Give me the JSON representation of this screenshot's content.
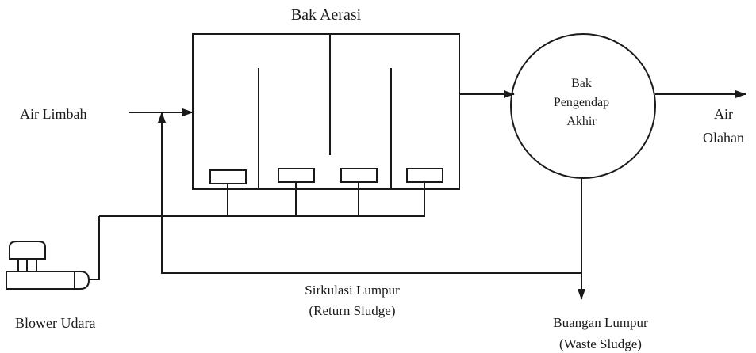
{
  "labels": {
    "aeration_tank": "Bak Aerasi",
    "clarifier_line1": "Bak",
    "clarifier_line2": "Pengendap",
    "clarifier_line3": "Akhir",
    "air_limbah": "Air Limbah",
    "air_olahan_line1": "Air",
    "air_olahan_line2": "Olahan",
    "blower": "Blower Udara",
    "sirkulasi_line1": "Sirkulasi Lumpur",
    "sirkulasi_line2": "(Return Sludge)",
    "buangan_line1": "Buangan Lumpur",
    "buangan_line2": "(Waste Sludge)"
  },
  "colors": {
    "stroke": "#1a1a1a",
    "background": "#ffffff"
  }
}
